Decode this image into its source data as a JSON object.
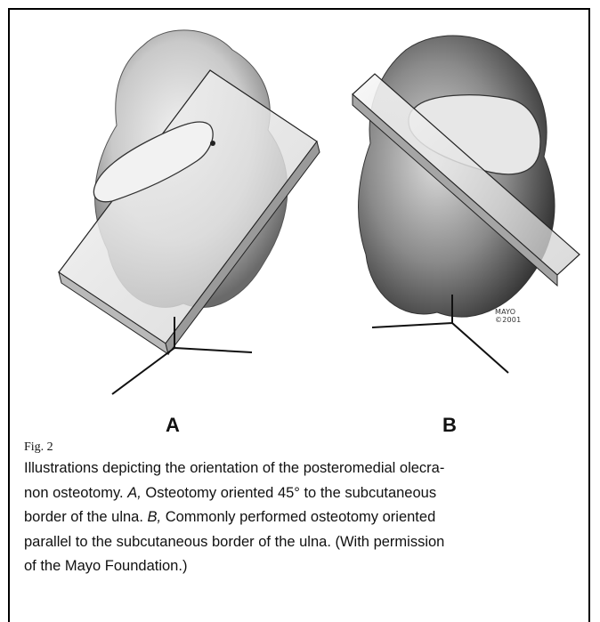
{
  "figure": {
    "panel_labels": [
      "A",
      "B"
    ],
    "watermark": [
      "MAYO",
      "©2001"
    ],
    "fig_label": "Fig. 2",
    "caption_lines": [
      [
        {
          "t": "Illustrations depicting the orientation of the posteromedial olecra-",
          "i": false
        }
      ],
      [
        {
          "t": "non osteotomy. ",
          "i": false
        },
        {
          "t": "A,",
          "i": true
        },
        {
          "t": " Osteotomy oriented 45° to the subcutaneous",
          "i": false
        }
      ],
      [
        {
          "t": "border of the ulna. ",
          "i": false
        },
        {
          "t": "B,",
          "i": true
        },
        {
          "t": " Commonly performed osteotomy oriented",
          "i": false
        }
      ],
      [
        {
          "t": "parallel to the subcutaneous border of the ulna. (With permission",
          "i": false
        }
      ],
      [
        {
          "t": "of the Mayo Foundation.)",
          "i": false
        }
      ]
    ]
  }
}
